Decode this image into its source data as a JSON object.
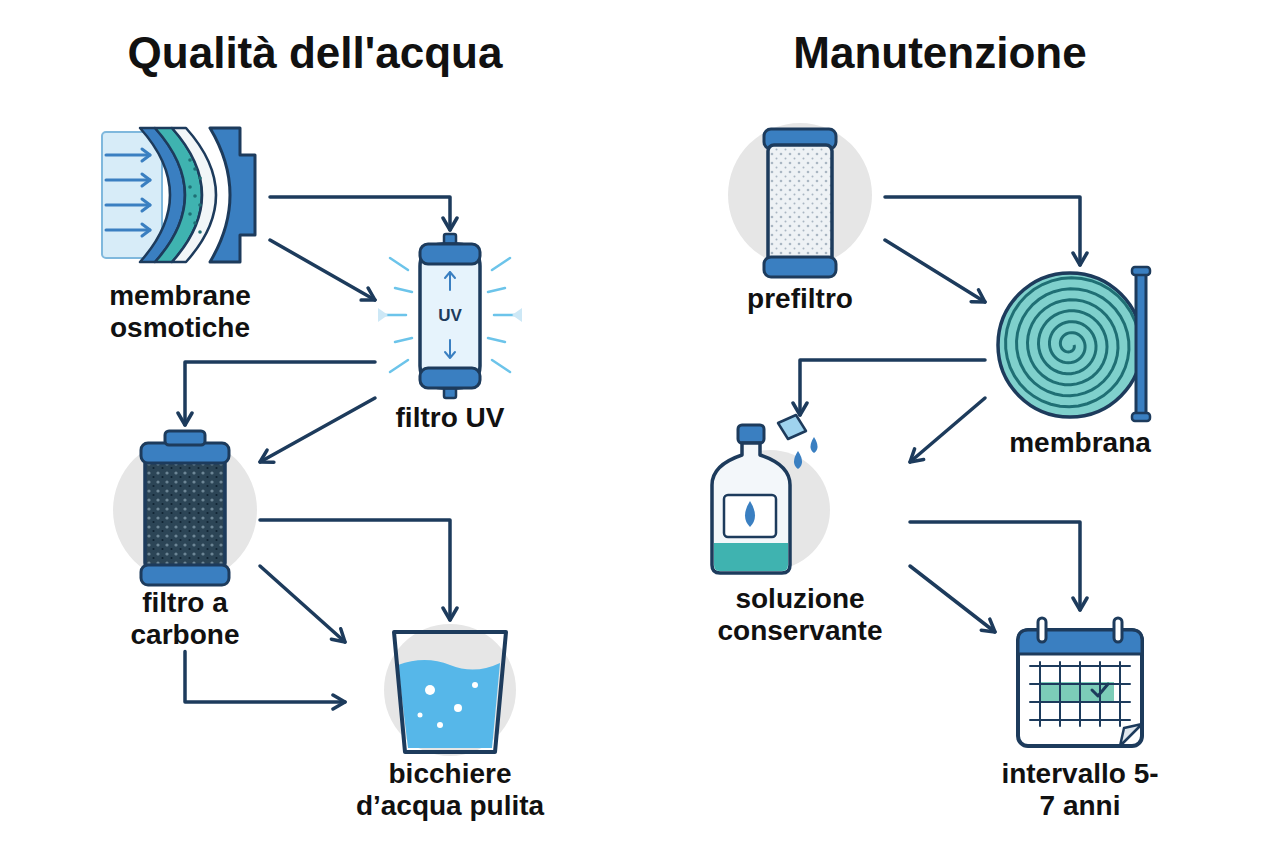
{
  "diagram": {
    "nodes": [
      {
        "text": [
          "membrane osmotiche"
        ]
      },
      {
        "text": [
          "filtro UV"
        ]
      },
      {
        "text": [
          "filtro a carbone"
        ]
      },
      {
        "text": [
          "bicchiere d’acqua pulita"
        ]
      },
      {
        "text": [
          "prefiltro"
        ]
      },
      {
        "text": [
          "membrana"
        ]
      },
      {
        "text": [
          "soluzione conservante"
        ]
      },
      {
        "text": [
          "intervallo 5-7 anni"
        ]
      }
    ],
    "edges": [
      {
        "from": 0,
        "to": 1,
        "arrow": "to"
      },
      {
        "from": 0,
        "to": 1,
        "arrow": "to"
      },
      {
        "from": 1,
        "to": 2,
        "arrow": "to"
      },
      {
        "from": 1,
        "to": 2,
        "arrow": "to"
      },
      {
        "from": 2,
        "to": 3,
        "arrow": "to"
      },
      {
        "from": 2,
        "to": 3,
        "arrow": "to"
      },
      {
        "from": 2,
        "to": 3,
        "arrow": "to"
      },
      {
        "from": 4,
        "to": 5,
        "arrow": "to"
      },
      {
        "from": 4,
        "to": 5,
        "arrow": "to"
      },
      {
        "from": 5,
        "to": 6,
        "arrow": "to"
      },
      {
        "from": 5,
        "to": 6,
        "arrow": "to"
      },
      {
        "from": 6,
        "to": 7,
        "arrow": "to"
      },
      {
        "from": 6,
        "to": 7,
        "arrow": "to"
      }
    ],
    "labels": [
      "Qualità dell'acqua",
      "Manutenzione",
      "UV"
    ]
  }
}
